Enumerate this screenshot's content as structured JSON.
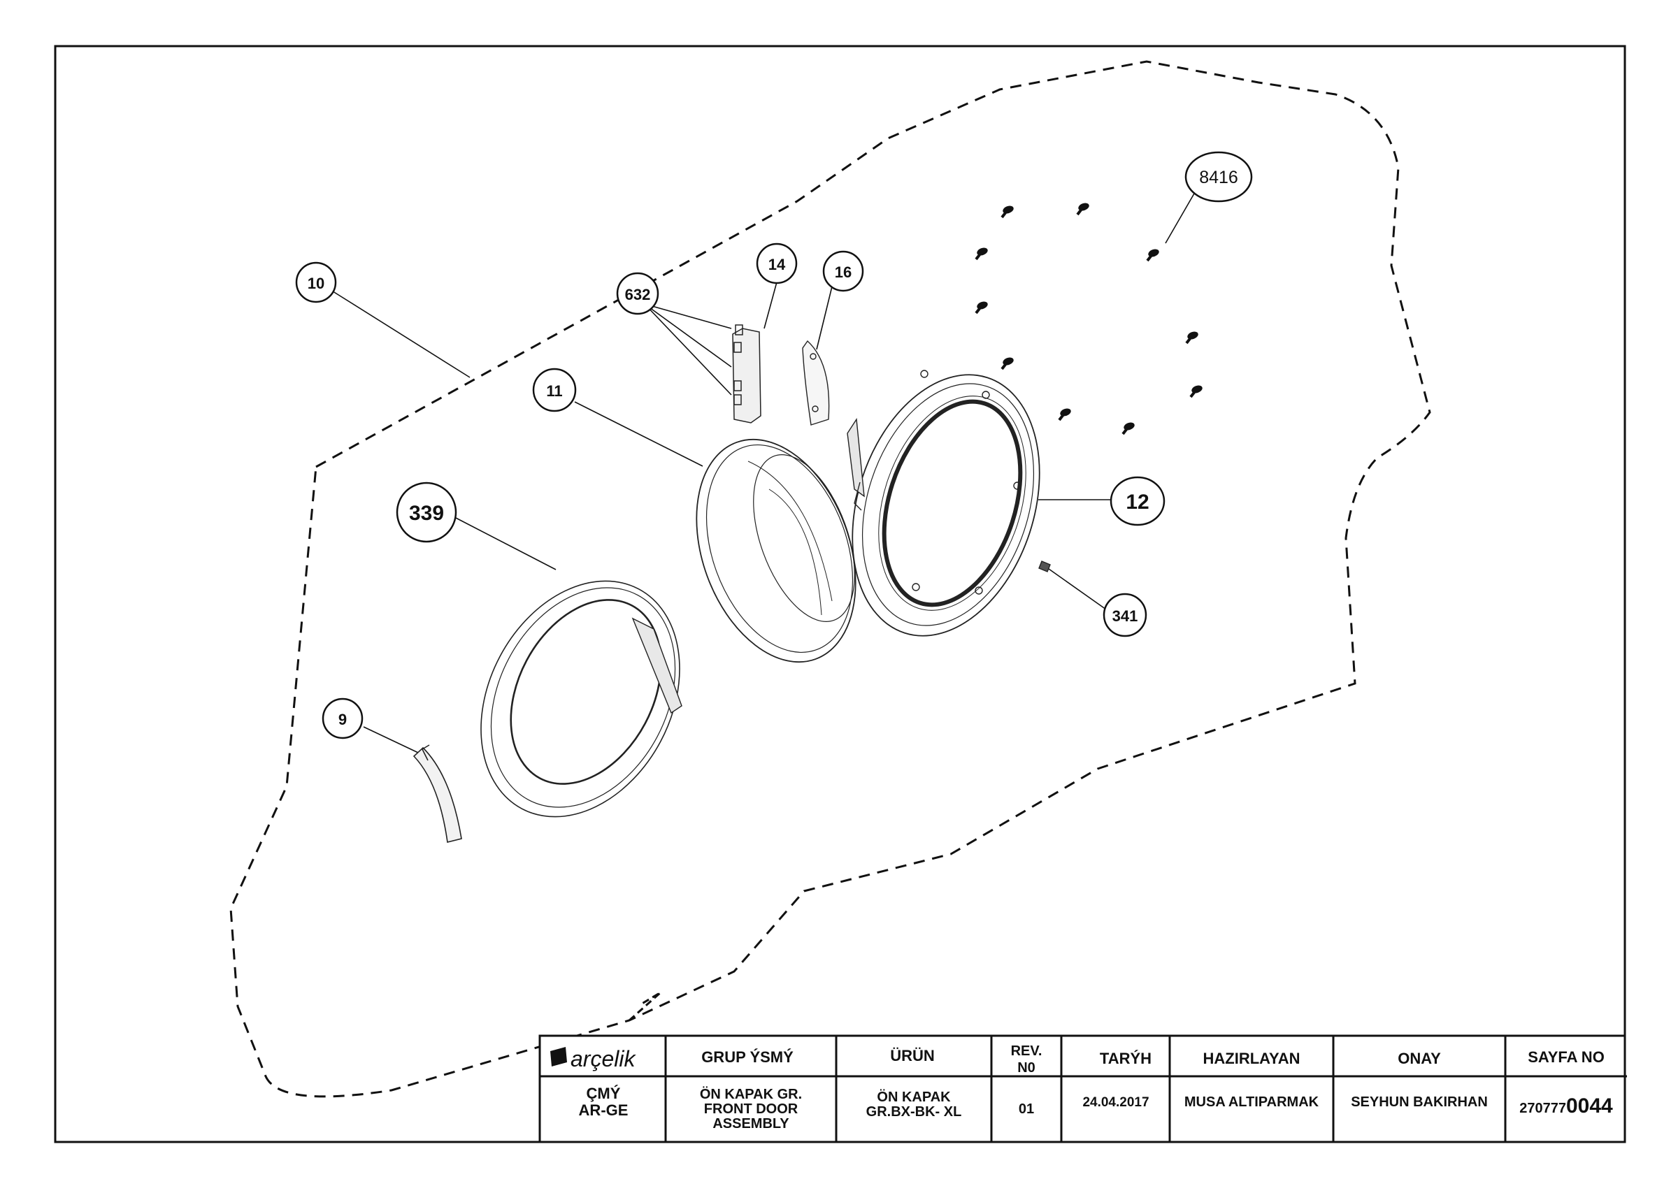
{
  "callouts": {
    "c10": "10",
    "c632": "632",
    "c14": "14",
    "c16": "16",
    "c8416": "8416",
    "c11": "11",
    "c339": "339",
    "c12": "12",
    "c341": "341",
    "c9": "9"
  },
  "title_block": {
    "logo": "arçelik",
    "headers": {
      "grup_ismi": "GRUP ÝSMÝ",
      "urun": "ÜRÜN",
      "rev_line1": "REV.",
      "rev_line2": "N0",
      "tarih": "TARÝH",
      "hazirlayan": "HAZIRLAYAN",
      "onay": "ONAY",
      "sayfa_no": "SAYFA NO"
    },
    "values": {
      "dept_line1": "ÇMÝ",
      "dept_line2": "AR-GE",
      "group_line1": "ÖN KAPAK GR.",
      "group_line2": "FRONT DOOR",
      "group_line3": "ASSEMBLY",
      "product_line1": "ÖN KAPAK",
      "product_line2": "GR.BX-BK- XL",
      "rev": "01",
      "date": "24.04.2017",
      "prepared_by": "MUSA ALTIPARMAK",
      "approved_by": "SEYHUN BAKIRHAN",
      "page_prefix": "270777",
      "page_suffix": "0044"
    }
  }
}
